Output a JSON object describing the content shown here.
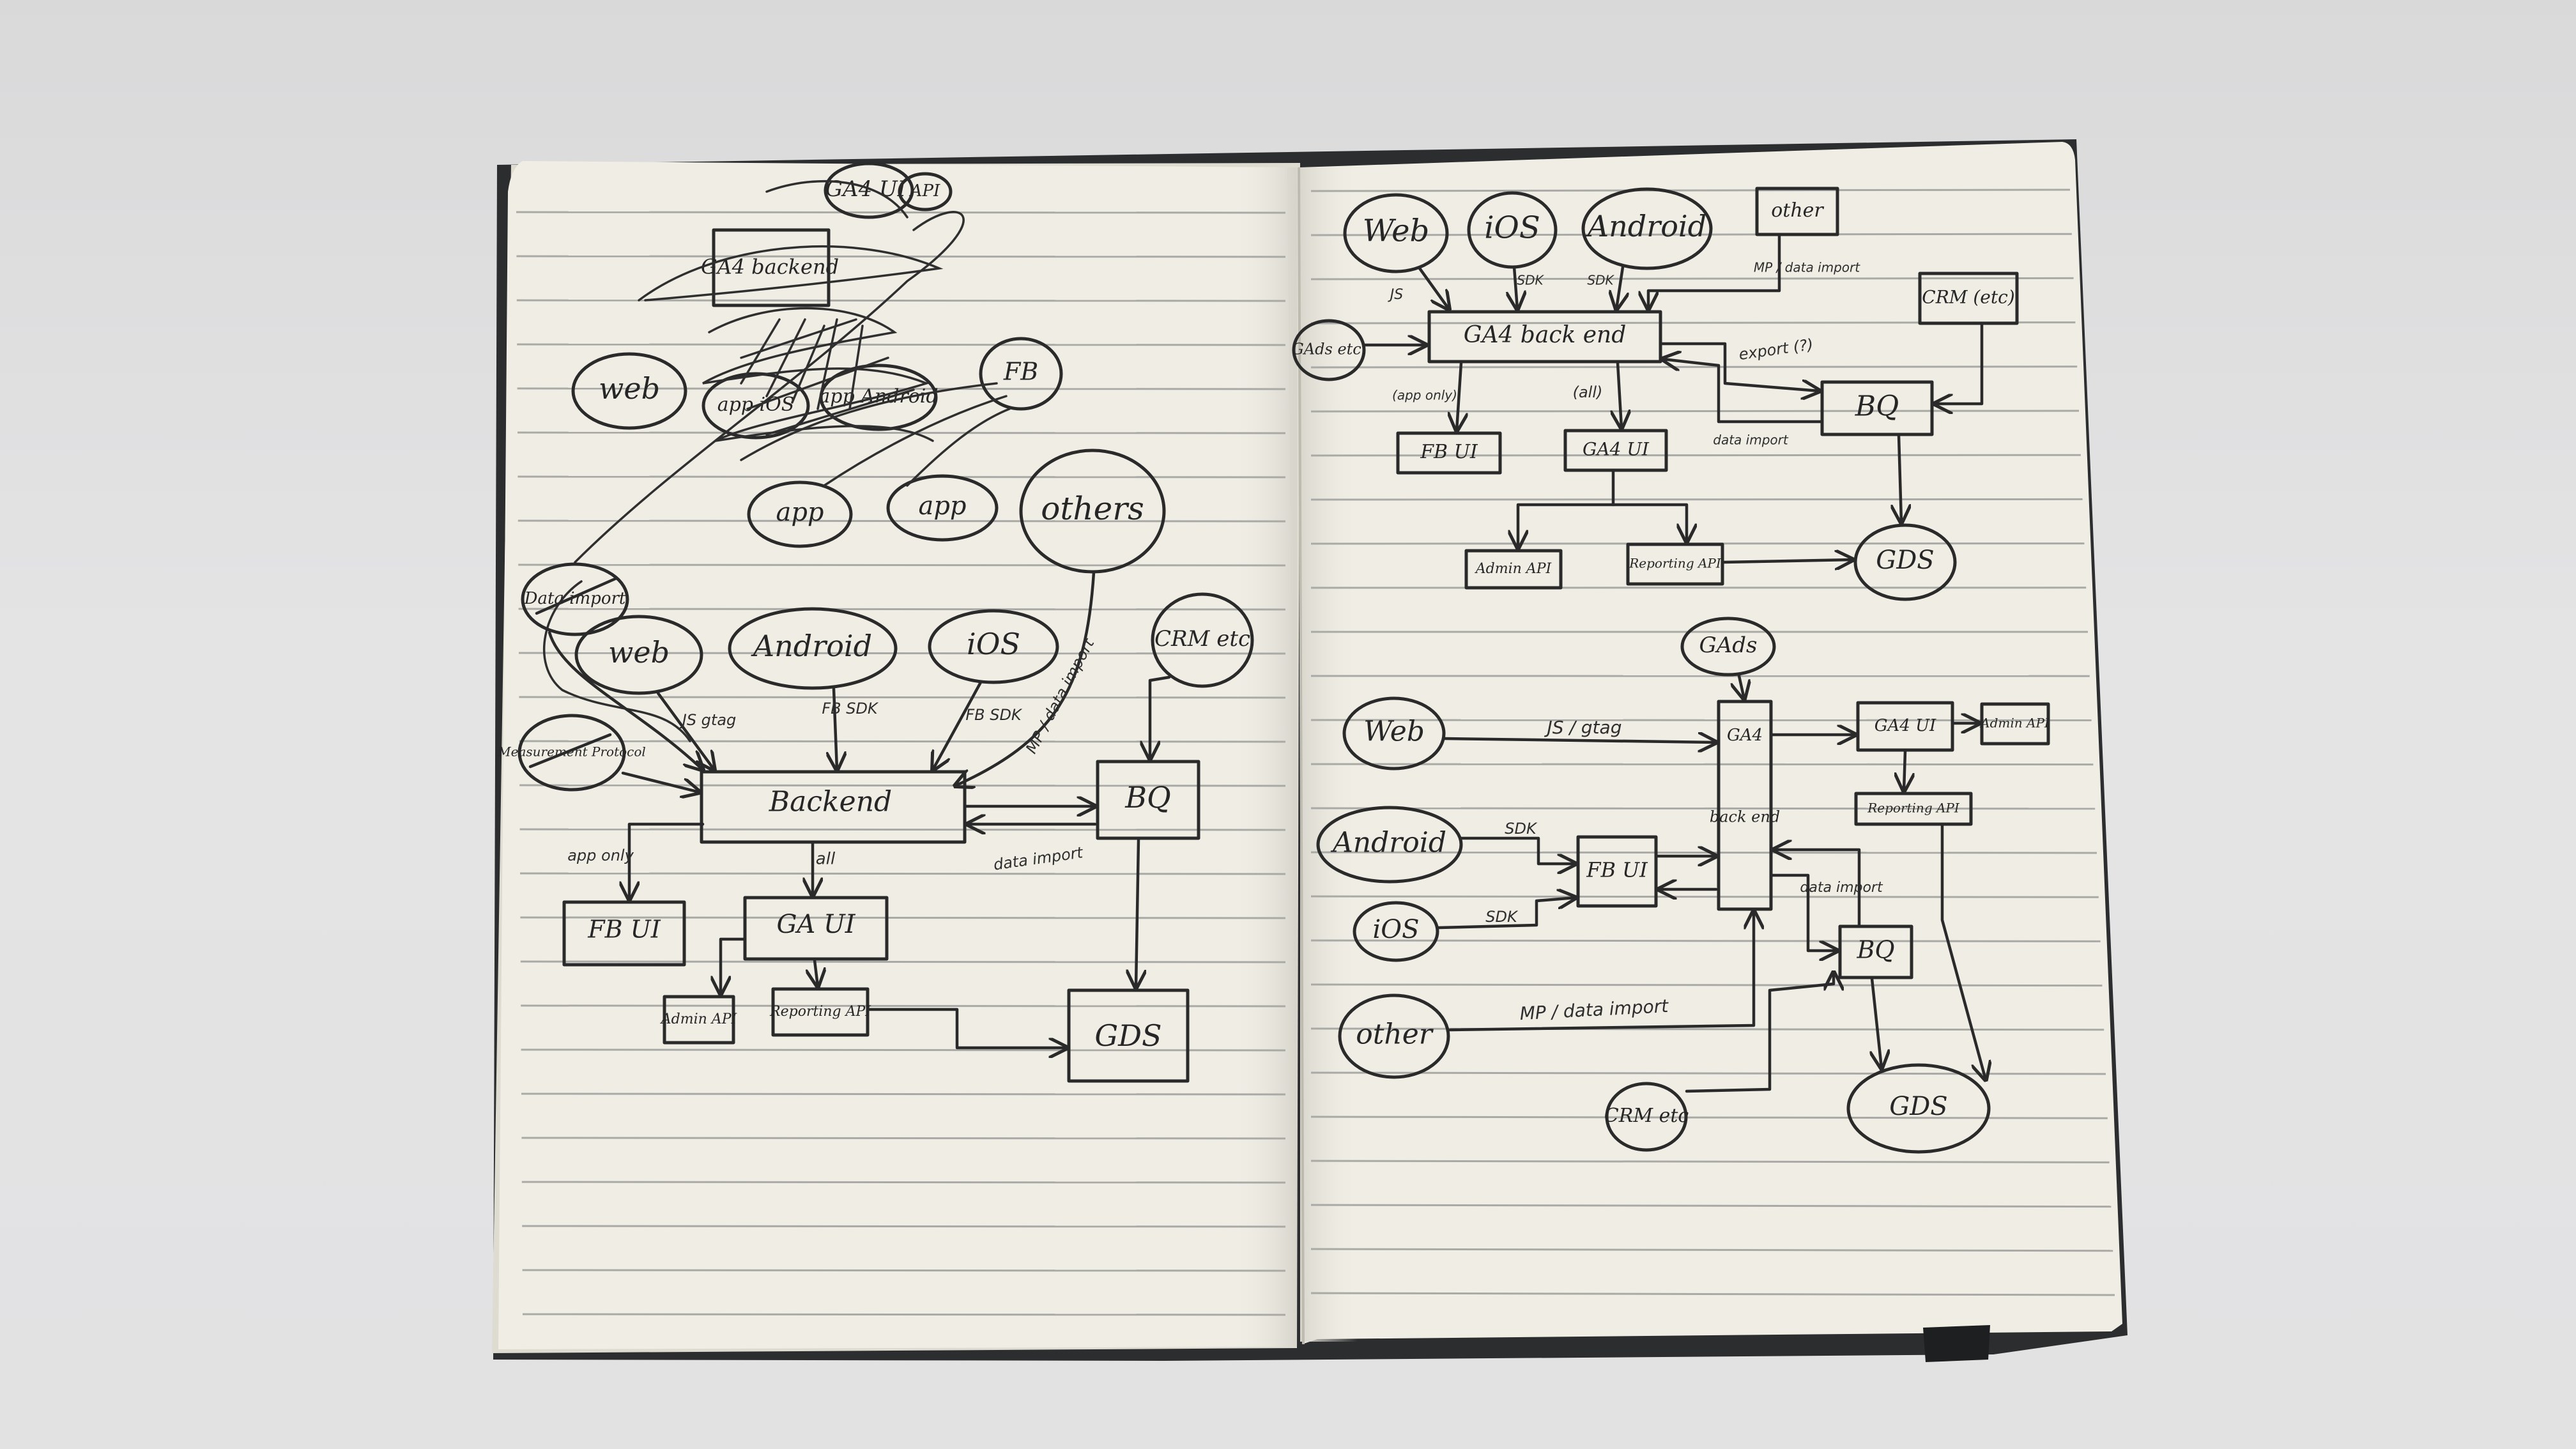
{
  "diagrams": {
    "left_page": {
      "nodes": {
        "ga4_ui": "GA4 UI",
        "api": "API",
        "ga4_backend": "GA4 backend",
        "web_top": "web",
        "app_ios_top": "app iOS",
        "app_android_top": "app Android",
        "fb": "FB",
        "app_a": "app",
        "app_b": "app",
        "others": "others",
        "data_import": "Data import",
        "web": "web",
        "android": "Android",
        "ios": "iOS",
        "crm": "CRM etc",
        "mp": "Measurement Protocol",
        "backend": "Backend",
        "bq": "BQ",
        "fb_ui": "FB UI",
        "ga_ui": "GA UI",
        "admin_api": "Admin API",
        "reporting_api": "Reporting API",
        "gds": "GDS"
      },
      "edge_labels": {
        "js_gtag": "JS gtag",
        "fb_sdk_android": "FB SDK",
        "fb_sdk_ios": "FB SDK",
        "mp_data_import": "MP / data import",
        "app_only": "app only",
        "all": "all",
        "data_import": "data import"
      }
    },
    "right_top": {
      "nodes": {
        "web": "Web",
        "ios": "iOS",
        "android": "Android",
        "other": "other",
        "crm": "CRM (etc)",
        "gads": "GAds etc.",
        "backend": "GA4 back end",
        "bq": "BQ",
        "fb_ui": "FB UI",
        "ga4_ui": "GA4 UI",
        "admin_api": "Admin API",
        "reporting_api": "Reporting API",
        "gds": "GDS"
      },
      "edge_labels": {
        "js": "JS",
        "sdk_ios": "SDK",
        "sdk_android": "SDK",
        "mp": "MP / data import",
        "app_only": "(app only)",
        "all": "(all)",
        "export": "export (?)",
        "data_import": "data import"
      }
    },
    "right_bottom": {
      "nodes": {
        "gads": "GAds",
        "web": "Web",
        "android": "Android",
        "ios": "iOS",
        "other": "other",
        "crm": "CRM etc",
        "fb_ui": "FB UI",
        "ga4": "GA4",
        "backend": "back end",
        "ga4_ui": "GA4 UI",
        "admin_api": "Admin API",
        "reporting_api": "Reporting API",
        "bq": "BQ",
        "gds": "GDS"
      },
      "edge_labels": {
        "js_gtag": "JS / gtag",
        "sdk_android": "SDK",
        "sdk_ios": "SDK",
        "mp": "MP / data import",
        "data_import": "data import"
      }
    }
  },
  "colors": {
    "paper": "#efede4",
    "ink": "#2a2a2a",
    "rule": "#a9aaa6",
    "cover": "#2b2d2f",
    "background": "#dedede"
  }
}
